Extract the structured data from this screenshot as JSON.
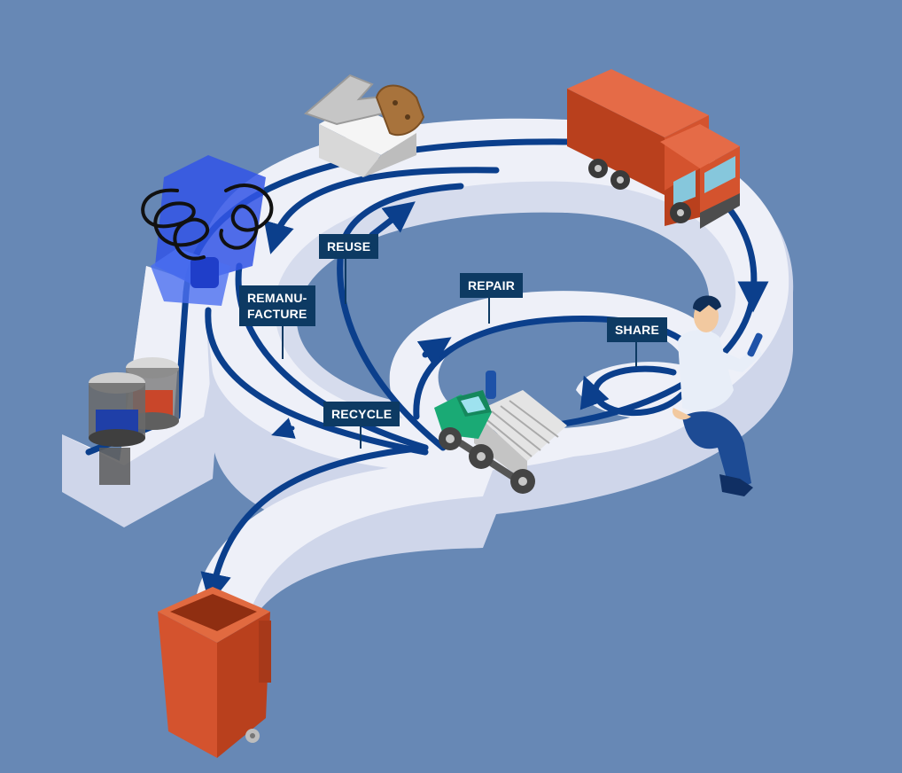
{
  "diagram": {
    "labels": {
      "reuse": "REUSE",
      "repair": "REPAIR",
      "remanufacture": "REMANU-\nFACTURE",
      "share": "SHARE",
      "recycle": "RECYCLE"
    },
    "icons": [
      "delivery-truck-icon",
      "person-sitting-icon",
      "tow-truck-icon",
      "product-box-icon",
      "raw-material-bundle-icon",
      "storage-jars-icon",
      "waste-bin-icon"
    ],
    "colors": {
      "background": "#6788b5",
      "track_top": "#eef0f8",
      "track_side": "#cfd6ea",
      "flow_line": "#0b3f8c",
      "label_bg": "#0d3a63",
      "accent_orange": "#d4532e"
    }
  }
}
